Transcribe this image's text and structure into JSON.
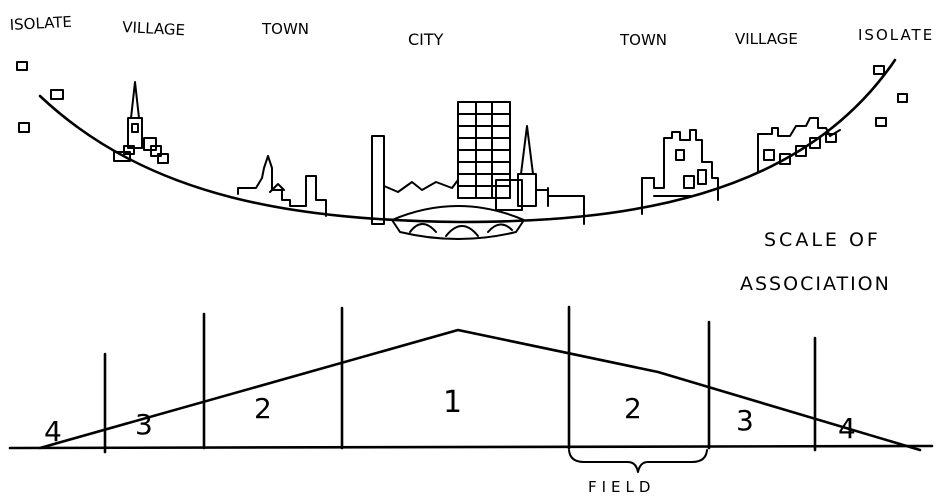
{
  "top_labels": [
    "ISOLATE",
    "VILLAGE",
    "TOWN",
    "CITY",
    "TOWN",
    "VILLAGE",
    "ISOLATE"
  ],
  "scale_title_line1": "SCALE OF",
  "scale_title_line2": "ASSOCIATION",
  "zones": [
    "4",
    "3",
    "2",
    "1",
    "2",
    "3",
    "4"
  ],
  "field_label": "FIELD"
}
